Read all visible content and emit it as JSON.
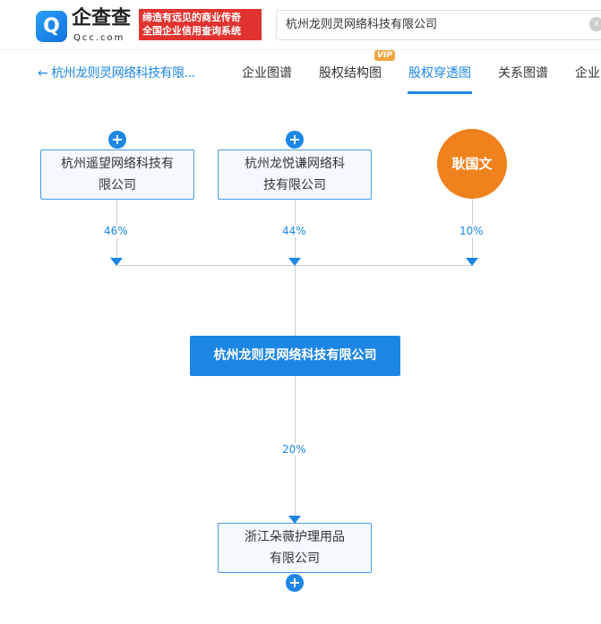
{
  "header": {
    "logo_icon": "Q",
    "logo_name": "企查查",
    "logo_domain": "Qcc.com",
    "slogan_line1": "缔造有远见的商业传奇",
    "slogan_line2": "全国企业信用查询系统",
    "search_value": "杭州龙则灵网络科技有限公司",
    "clear": "x"
  },
  "nav": {
    "back_label": "杭州龙则灵网络科技有限...",
    "tabs": [
      "企业图谱",
      "股权结构图",
      "股权穿透图",
      "关系图谱",
      "企业"
    ],
    "vip": "VIP"
  },
  "shareholders": [
    {
      "name_line1": "杭州遥望网络科技有",
      "name_line2": "限公司",
      "percent": "46%"
    },
    {
      "name_line1": "杭州龙悦谦网络科",
      "name_line2": "技有限公司",
      "percent": "44%"
    },
    {
      "name": "耿国文",
      "percent": "10%"
    }
  ],
  "center": {
    "name": "杭州龙则灵网络科技有限公司",
    "color": "#1c86e5"
  },
  "investment": {
    "name_line1": "浙江朵薇护理用品",
    "name_line2": "有限公司",
    "percent": "20%"
  },
  "plus": "+"
}
